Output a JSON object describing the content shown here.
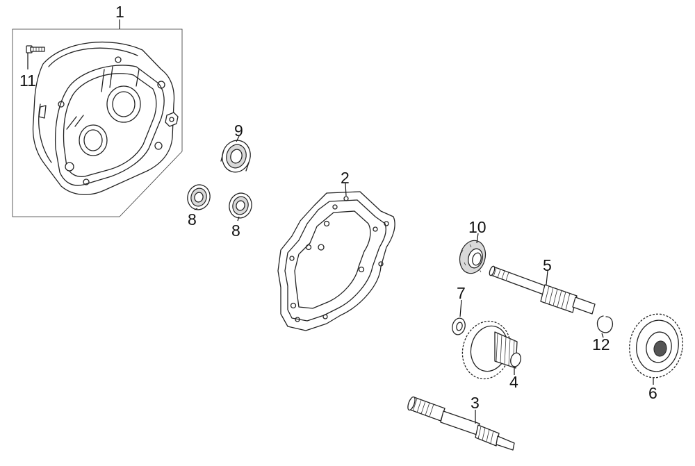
{
  "labels": {
    "p1": "1",
    "p2": "2",
    "p3": "3",
    "p4": "4",
    "p5": "5",
    "p6": "6",
    "p7": "7",
    "p8a": "8",
    "p8b": "8",
    "p9": "9",
    "p10": "10",
    "p11": "11",
    "p12": "12"
  }
}
